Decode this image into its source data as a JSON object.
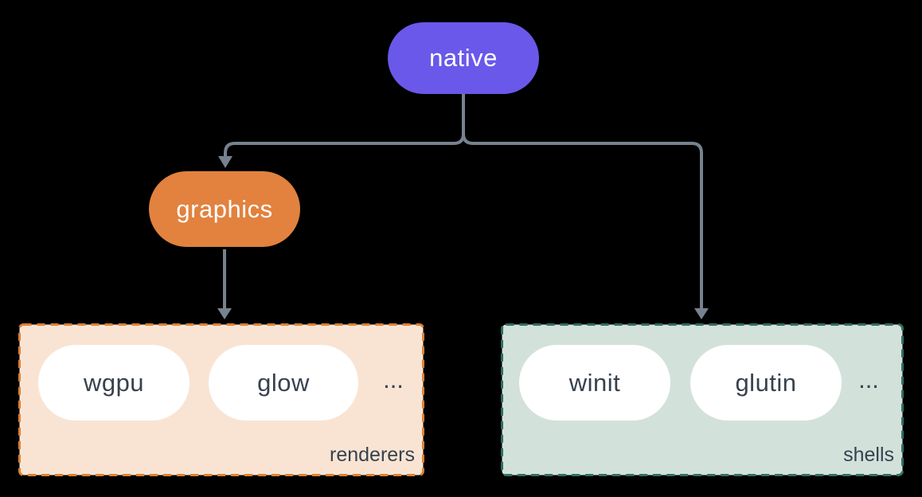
{
  "diagram": {
    "colors": {
      "canvas-bg": "#000000",
      "native-bg": "#6a58ea",
      "graphics-bg": "#e2823e",
      "node-text": "#ffffff",
      "pill-bg": "#ffffff",
      "dark-text": "#36424e",
      "connector": "#77828f",
      "renderers-bg": "#f9e4d3",
      "renderers-border": "#dd8134",
      "shells-bg": "#d3e1db",
      "shells-border": "#2f6f62"
    },
    "nodes": {
      "native": {
        "label": "native"
      },
      "graphics": {
        "label": "graphics"
      }
    },
    "groups": {
      "renderers": {
        "label": "renderers",
        "items": [
          "wgpu",
          "glow"
        ],
        "ellipsis": "..."
      },
      "shells": {
        "label": "shells",
        "items": [
          "winit",
          "glutin"
        ],
        "ellipsis": "..."
      }
    },
    "edges": [
      {
        "from": "native",
        "to": "graphics"
      },
      {
        "from": "native",
        "to": "shells"
      },
      {
        "from": "graphics",
        "to": "renderers"
      }
    ]
  }
}
